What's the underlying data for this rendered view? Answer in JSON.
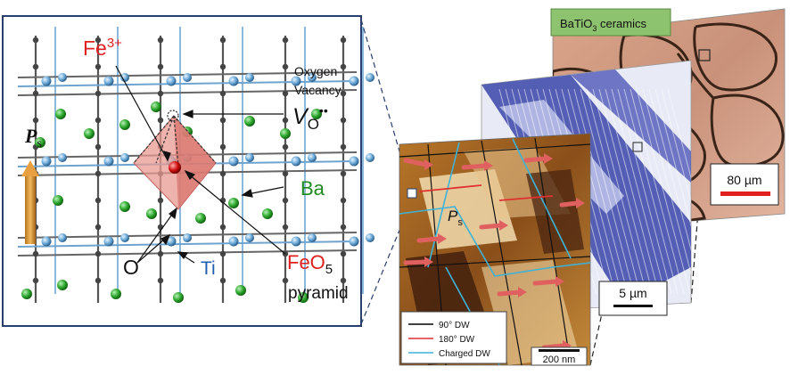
{
  "crystal_panel": {
    "fe_label": "Fe",
    "fe_charge": "3+",
    "oxygen_vacancy_line1": "Oxygen",
    "oxygen_vacancy_line2": "Vacancy",
    "vo_symbol": "V",
    "vo_sub": "O",
    "vo_charge": "••",
    "ps_symbol": "P",
    "ps_sub": "s",
    "ba_label": "Ba",
    "o_label": "O",
    "ti_label": "Ti",
    "feo5_main": "FeO",
    "feo5_sub": "5",
    "pyramid_label": "pyramid"
  },
  "ceramics_panel": {
    "tag_pre": "BaTiO",
    "tag_sub": "3",
    "tag_post": " ceramics",
    "scale": "80 µm"
  },
  "domain_panel": {
    "scale": "5 µm"
  },
  "afm_panel": {
    "ps_symbol": "P",
    "ps_sub": "s",
    "scale": "200 nm",
    "legend": [
      {
        "label": "90°  DW",
        "color": "#000000"
      },
      {
        "label": "180°  DW",
        "color": "#e03030"
      },
      {
        "label": "Charged DW",
        "color": "#3bb3d9"
      }
    ]
  },
  "colors": {
    "frame": "#2a3f6e",
    "fe": "#e02020",
    "ba": "#1f8a1f",
    "ti": "#1f5fb0",
    "tag_bg": "#8dc26f"
  }
}
